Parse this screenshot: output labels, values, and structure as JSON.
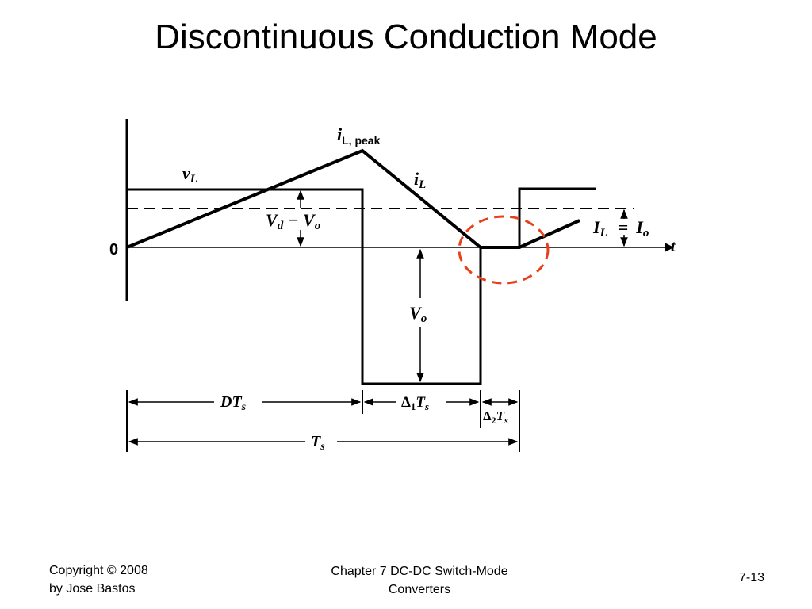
{
  "slide": {
    "title": "Discontinuous Conduction Mode"
  },
  "diagram": {
    "labels": {
      "origin": "0",
      "t_axis": "t",
      "vL": "v",
      "vL_sub": "L",
      "iL_peak": "i",
      "iL_peak_sub": "L, peak",
      "iL": "i",
      "iL_sub": "L",
      "vd_vo": "V",
      "vd_vo_sub": "d",
      "vd_vo_rest": "− V",
      "vd_vo_sub2": "o",
      "vo": "V",
      "vo_sub": "o",
      "IL_Io_1": "I",
      "IL_Io_1_sub": "L",
      "IL_Io_eq": "=",
      "IL_Io_2": "I",
      "IL_Io_2_sub": "o",
      "DTs": "DT",
      "DTs_sub": "s",
      "delta1": "Δ",
      "delta1_sub": "1",
      "delta1_T": "T",
      "delta1_T_sub": "s",
      "delta2": "Δ",
      "delta2_sub": "2",
      "delta2_T": "T",
      "delta2_T_sub": "s",
      "Ts": "T",
      "Ts_sub": "s"
    },
    "highlight_color": "#e8401c"
  },
  "footer": {
    "copyright_line1": "Copyright © 2008",
    "copyright_line2": "by Jose Bastos",
    "chapter_line1": "Chapter 7 DC-DC Switch-Mode",
    "chapter_line2": "Converters",
    "page_number": "7-13"
  }
}
